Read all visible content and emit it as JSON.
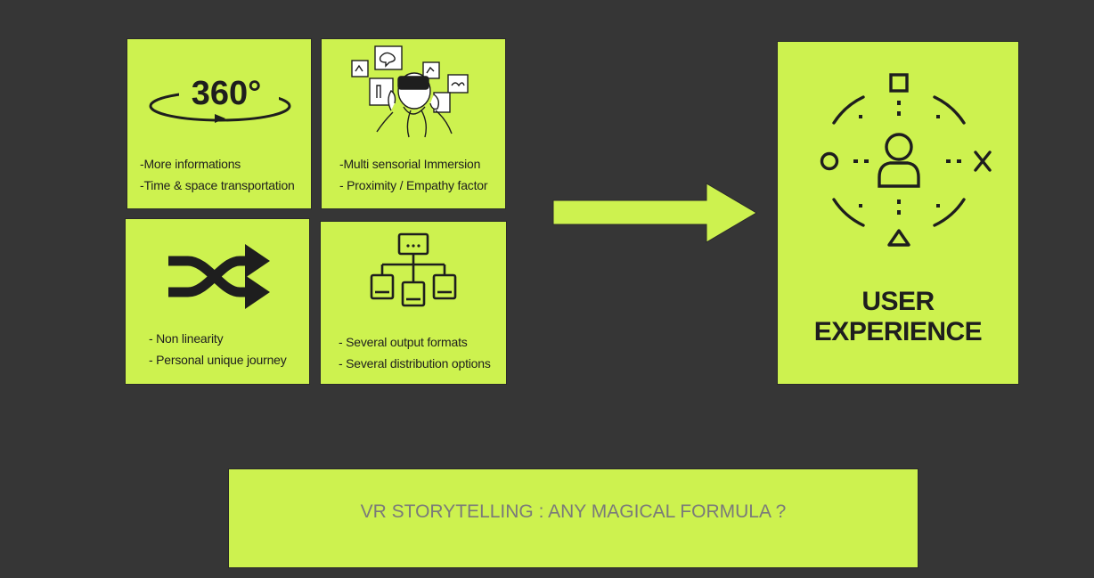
{
  "tiles": [
    {
      "icon": "degrees-360-icon",
      "icon_text": "360°",
      "lines": [
        "-More informations",
        "-Time & space transportation"
      ]
    },
    {
      "icon": "vr-headset-person-icon",
      "lines": [
        "-Multi sensorial Immersion",
        "- Proximity / Empathy factor"
      ]
    },
    {
      "icon": "shuffle-arrows-icon",
      "lines": [
        "- Non linearity",
        "- Personal unique journey"
      ]
    },
    {
      "icon": "hierarchy-flowchart-icon",
      "lines": [
        "- Several output formats",
        "- Several distribution options"
      ]
    }
  ],
  "arrow_icon": "right-arrow-icon",
  "user_experience": {
    "icon": "user-target-icon",
    "title": "USER EXPERIENCE"
  },
  "banner": {
    "text": "VR STORYTELLING : ANY MAGICAL FORMULA ?"
  },
  "colors": {
    "background": "#363636",
    "accent": "#cdf24f",
    "ink": "#1e1e1e"
  }
}
